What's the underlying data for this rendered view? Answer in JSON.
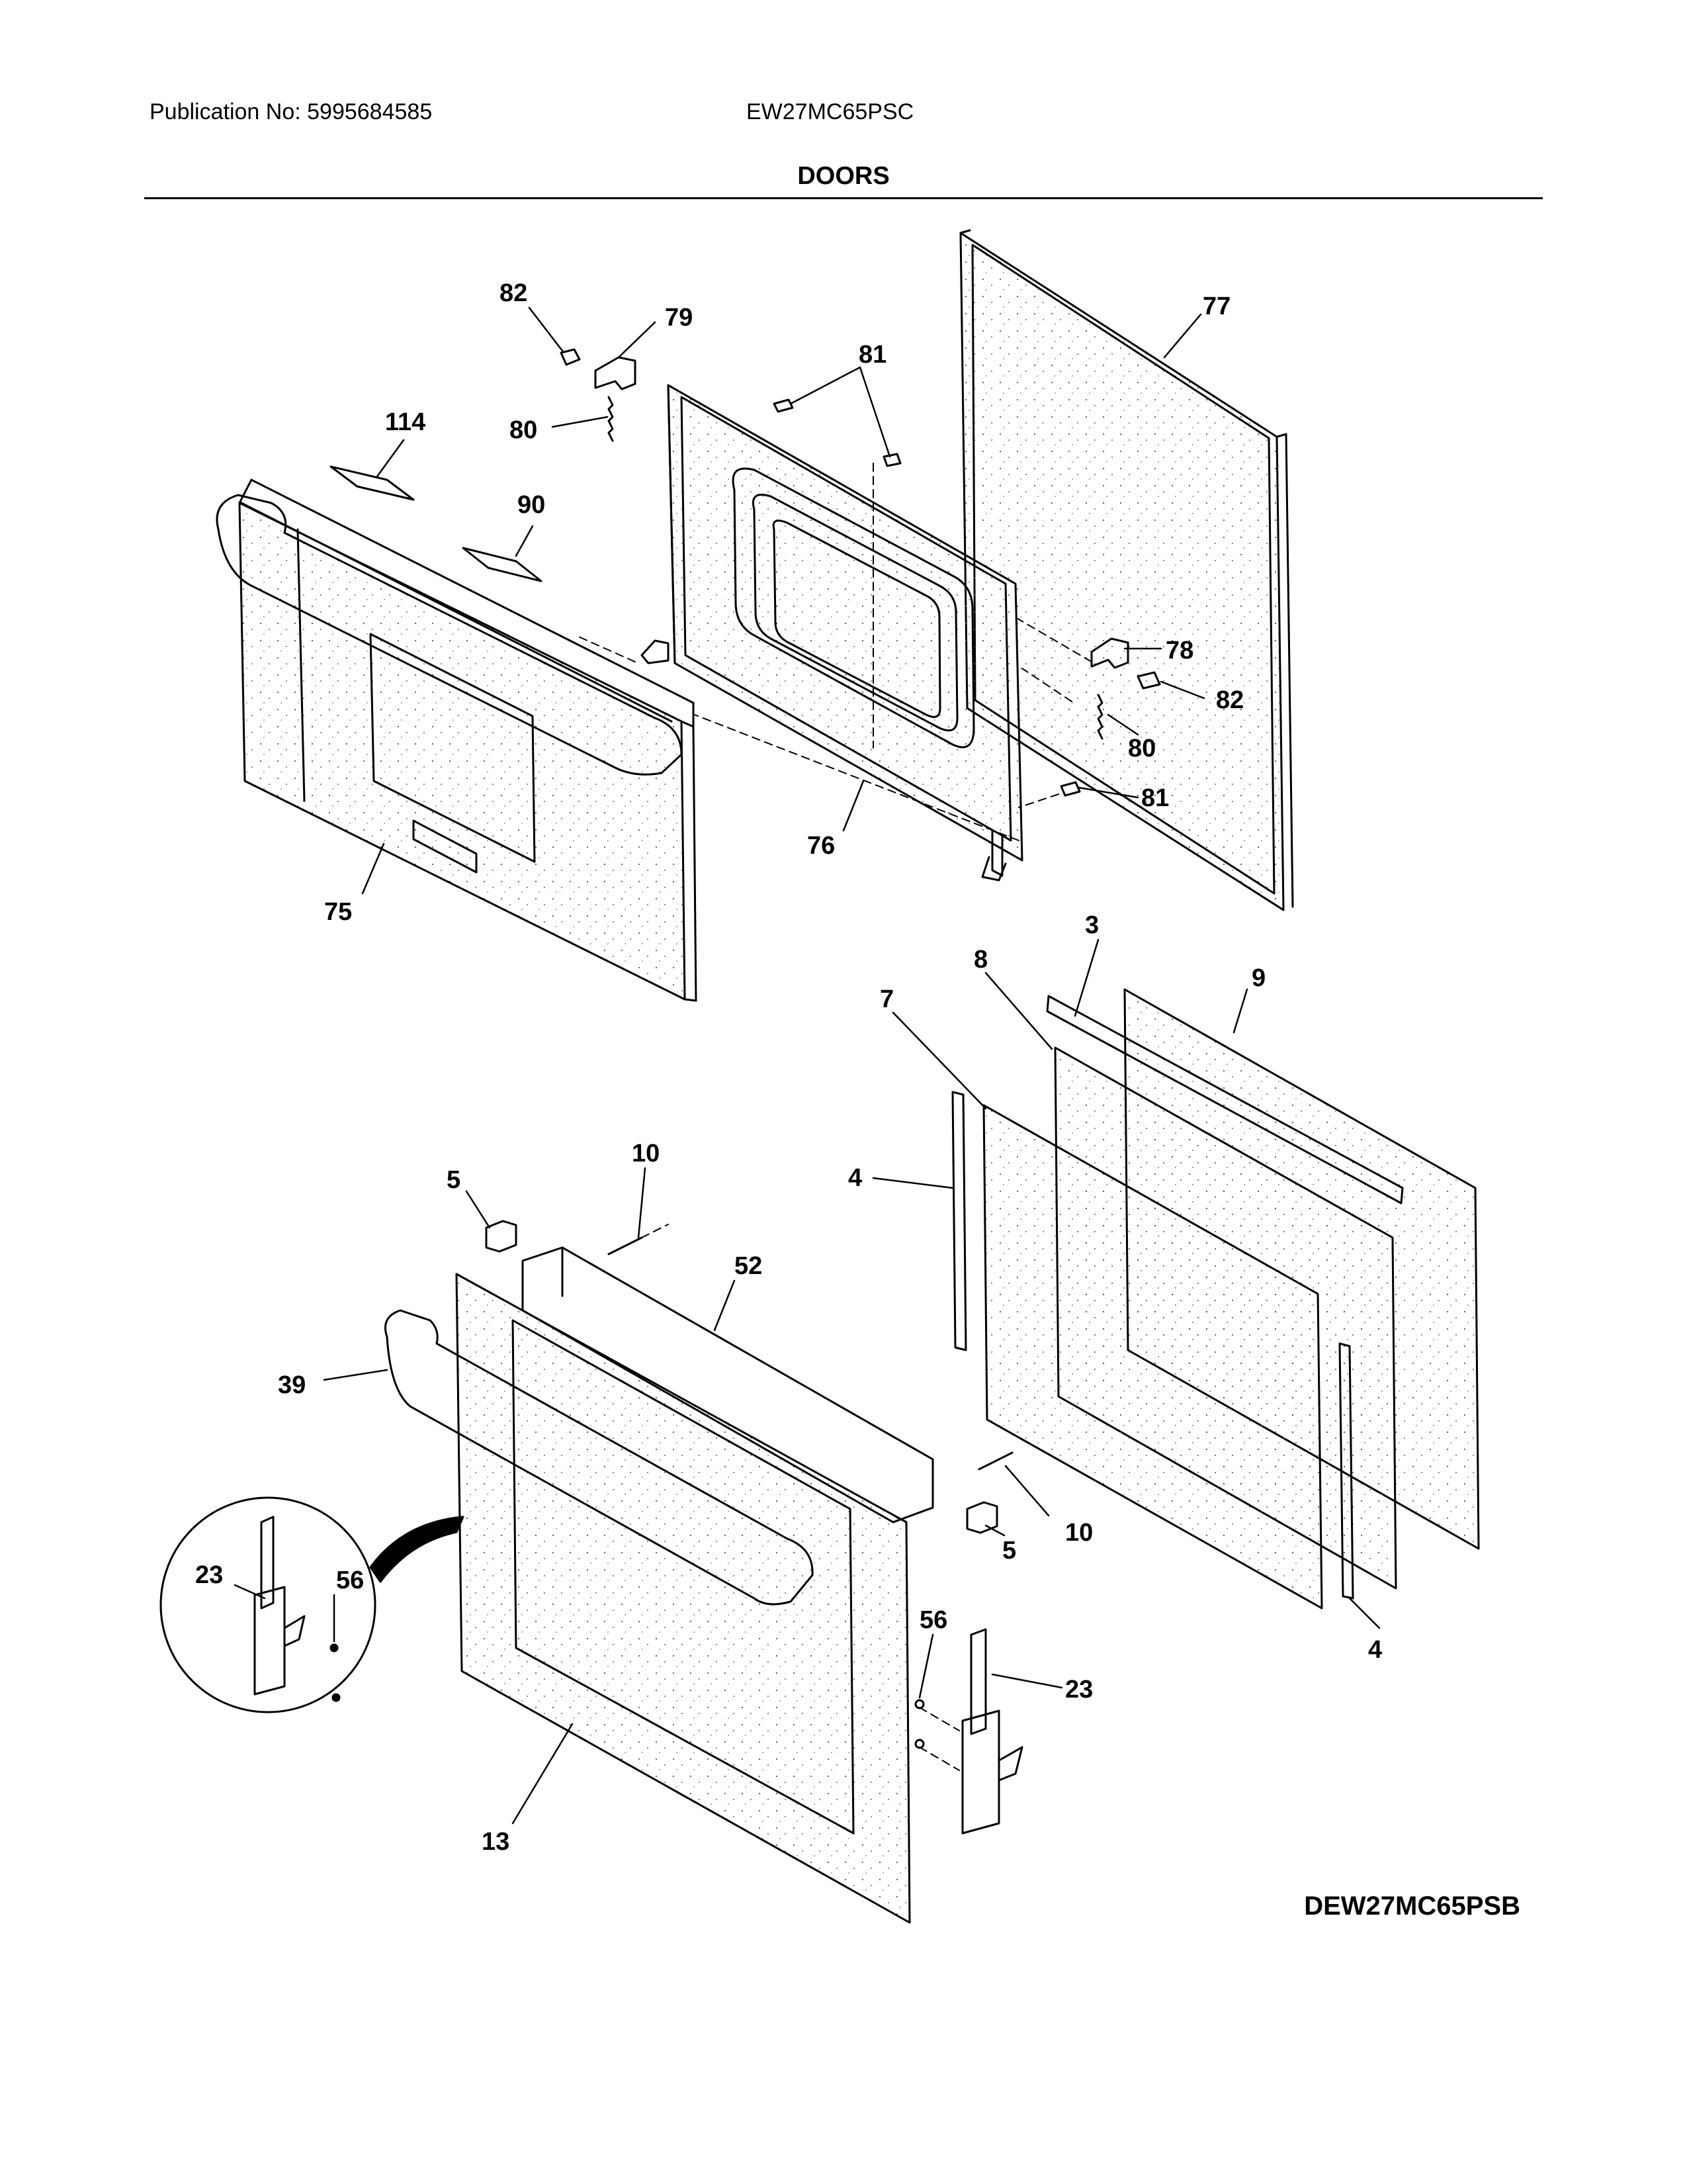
{
  "header": {
    "publication": "Publication No: 5995684585",
    "model": "EW27MC65PSC",
    "section_title": "DOORS"
  },
  "footer": {
    "diagram_code": "DEW27MC65PSB"
  },
  "callouts": [
    "82",
    "79",
    "81",
    "77",
    "114",
    "80",
    "90",
    "78",
    "82",
    "80",
    "81",
    "76",
    "75",
    "3",
    "8",
    "9",
    "7",
    "4",
    "10",
    "5",
    "52",
    "39",
    "10",
    "5",
    "23",
    "56",
    "56",
    "23",
    "4",
    "13"
  ]
}
